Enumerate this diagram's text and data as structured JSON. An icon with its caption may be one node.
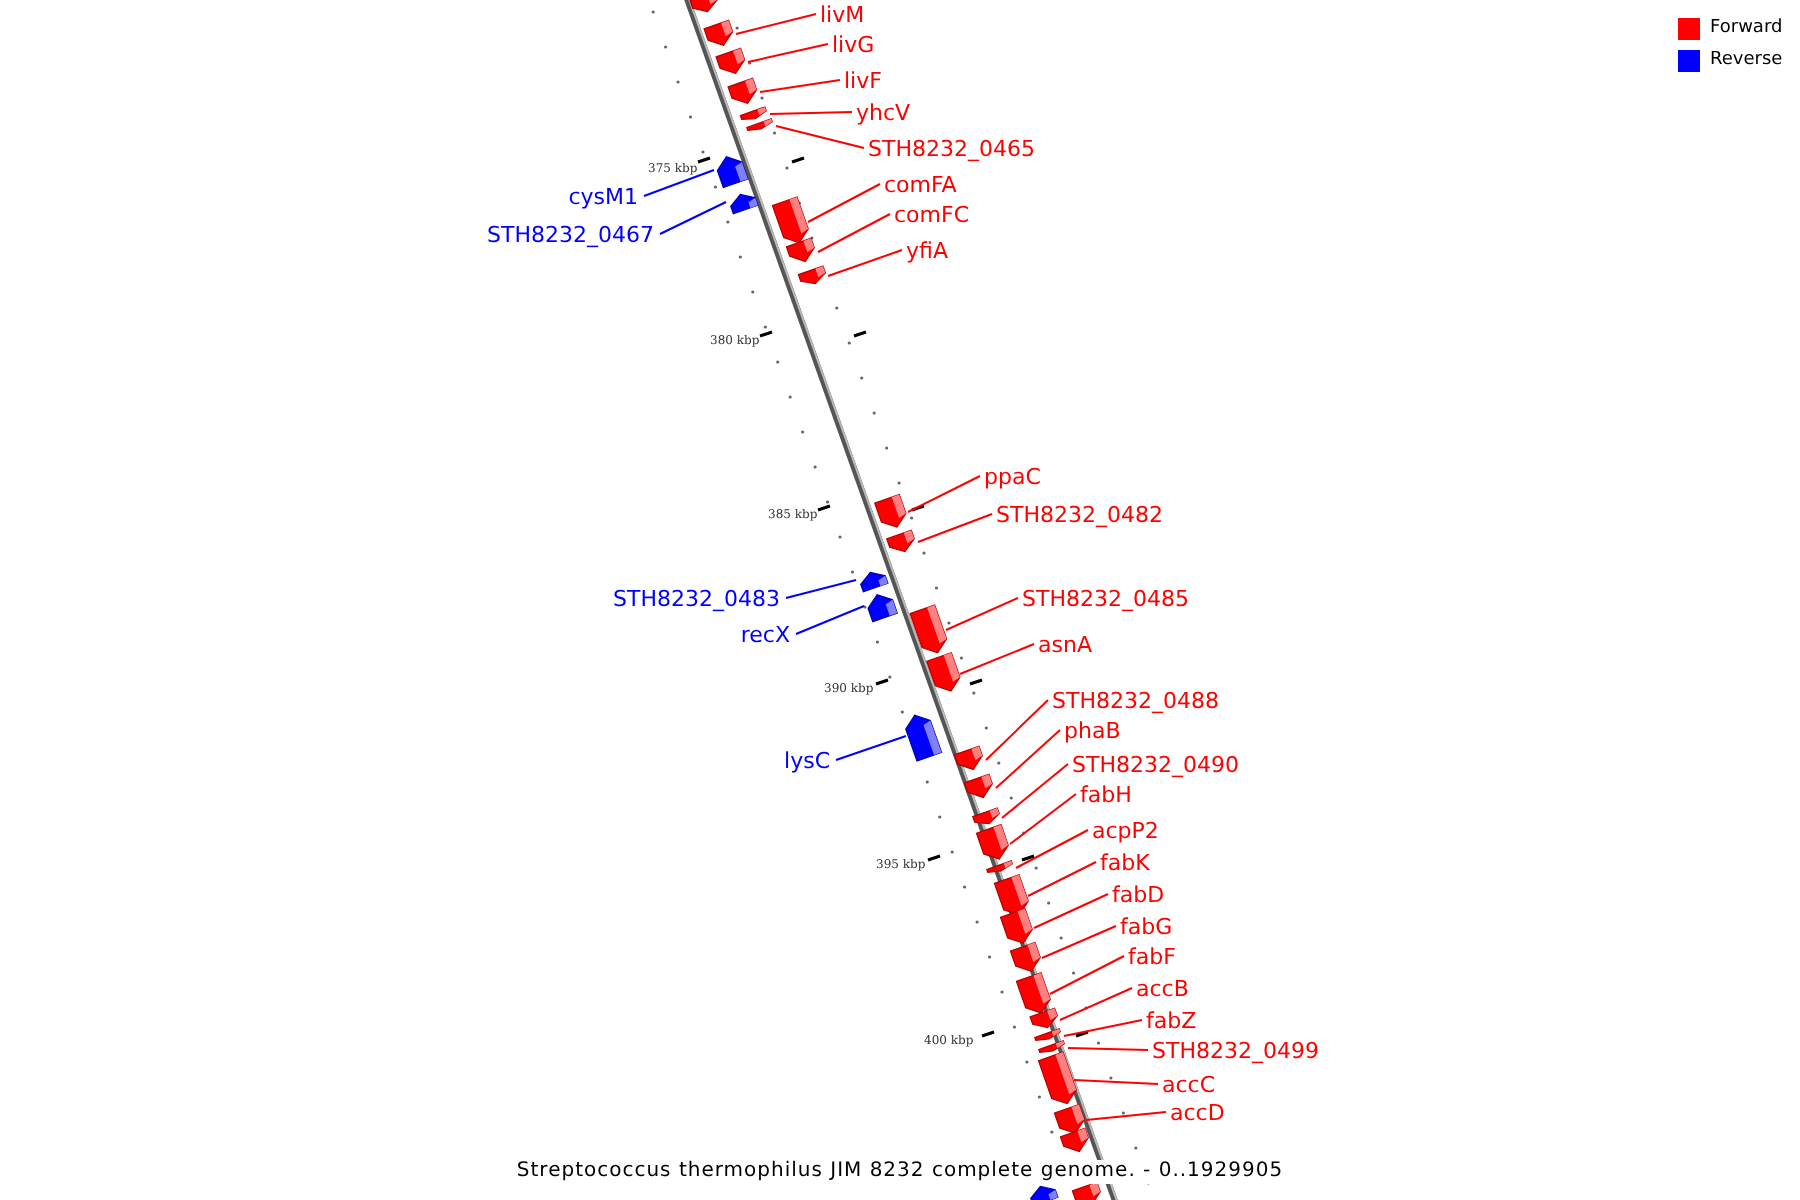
{
  "diagram": {
    "caption": "Streptococcus thermophilus JIM 8232 complete genome. - 0..1929905",
    "nodes": [
      {
        "text": [],
        "shape": "box"
      },
      {
        "text": [
          "livM"
        ]
      },
      {
        "text": [],
        "shape": "box"
      },
      {
        "text": [
          "livG"
        ]
      },
      {
        "text": [],
        "shape": "box"
      },
      {
        "text": [
          "livF"
        ]
      },
      {
        "text": [],
        "shape": "box"
      },
      {
        "text": [
          "yhcV"
        ]
      },
      {
        "text": [],
        "shape": "box"
      },
      {
        "text": [
          "STH8232_0465"
        ]
      },
      {
        "text": [],
        "shape": "box"
      },
      {
        "text": [
          "cysM1"
        ]
      },
      {
        "text": [],
        "shape": "box"
      },
      {
        "text": [
          "STH8232_0467"
        ]
      },
      {
        "text": [],
        "shape": "box"
      },
      {
        "text": [
          "comFA"
        ]
      },
      {
        "text": [],
        "shape": "box"
      },
      {
        "text": [
          "comFC"
        ]
      },
      {
        "text": [],
        "shape": "box"
      },
      {
        "text": [
          "yfiA"
        ]
      },
      {
        "text": [],
        "shape": "box"
      },
      {
        "text": [
          "ppaC"
        ]
      },
      {
        "text": [],
        "shape": "box"
      },
      {
        "text": [
          "STH8232_0482"
        ]
      },
      {
        "text": [],
        "shape": "box"
      },
      {
        "text": [
          "STH8232_0483"
        ]
      },
      {
        "text": [],
        "shape": "box"
      },
      {
        "text": [
          "recX"
        ]
      },
      {
        "text": [],
        "shape": "box"
      },
      {
        "text": [
          "STH8232_0485"
        ]
      },
      {
        "text": [],
        "shape": "box"
      },
      {
        "text": [
          "asnA"
        ]
      },
      {
        "text": [],
        "shape": "box"
      },
      {
        "text": [
          "lysC"
        ]
      },
      {
        "text": [],
        "shape": "box"
      },
      {
        "text": [
          "STH8232_0488"
        ]
      },
      {
        "text": [],
        "shape": "box"
      },
      {
        "text": [
          "phaB"
        ]
      },
      {
        "text": [],
        "shape": "box"
      },
      {
        "text": [
          "STH8232_0490"
        ]
      },
      {
        "text": [],
        "shape": "box"
      },
      {
        "text": [
          "fabH"
        ]
      },
      {
        "text": [],
        "shape": "box"
      },
      {
        "text": [
          "acpP2"
        ]
      },
      {
        "text": [],
        "shape": "box"
      },
      {
        "text": [
          "fabK"
        ]
      },
      {
        "text": [],
        "shape": "box"
      },
      {
        "text": [
          "fabD"
        ]
      },
      {
        "text": [],
        "shape": "box"
      },
      {
        "text": [
          "fabG"
        ]
      },
      {
        "text": [],
        "shape": "box"
      },
      {
        "text": [
          "fabF"
        ]
      },
      {
        "text": [],
        "shape": "box"
      },
      {
        "text": [
          "accB"
        ]
      },
      {
        "text": [],
        "shape": "box"
      },
      {
        "text": [
          "fabZ"
        ]
      },
      {
        "text": [],
        "shape": "box"
      },
      {
        "text": [
          "STH8232_0499"
        ]
      },
      {
        "text": [],
        "shape": "box"
      },
      {
        "text": [
          "accC"
        ]
      },
      {
        "text": [],
        "shape": "box"
      },
      {
        "text": [
          "accD"
        ]
      },
      {
        "text": [],
        "shape": "box"
      },
      {
        "text": [],
        "shape": "box"
      },
      {
        "text": [],
        "shape": "box"
      },
      {
        "text": [],
        "shape": "box"
      }
    ],
    "edges": [
      {
        "from": 1,
        "to": 2,
        "arrow": "none"
      },
      {
        "from": 3,
        "to": 4,
        "arrow": "none"
      },
      {
        "from": 5,
        "to": 6,
        "arrow": "none"
      },
      {
        "from": 7,
        "to": 8,
        "arrow": "none"
      },
      {
        "from": 9,
        "to": 10,
        "arrow": "none"
      },
      {
        "from": 11,
        "to": 12,
        "arrow": "none",
        "color": "#0000ff"
      },
      {
        "from": 13,
        "to": 14,
        "arrow": "none",
        "color": "#0000ff"
      },
      {
        "from": 15,
        "to": 16,
        "arrow": "none"
      },
      {
        "from": 17,
        "to": 18,
        "arrow": "none"
      },
      {
        "from": 19,
        "to": 20,
        "arrow": "none"
      },
      {
        "from": 21,
        "to": 22,
        "arrow": "none"
      },
      {
        "from": 23,
        "to": 24,
        "arrow": "none"
      },
      {
        "from": 25,
        "to": 26,
        "arrow": "none",
        "color": "#0000ff"
      },
      {
        "from": 27,
        "to": 28,
        "arrow": "none",
        "color": "#0000ff"
      },
      {
        "from": 29,
        "to": 30,
        "arrow": "none"
      },
      {
        "from": 31,
        "to": 32,
        "arrow": "none"
      },
      {
        "from": 33,
        "to": 34,
        "arrow": "none",
        "color": "#0000ff"
      },
      {
        "from": 35,
        "to": 36,
        "arrow": "none"
      },
      {
        "from": 37,
        "to": 38,
        "arrow": "none"
      },
      {
        "from": 39,
        "to": 40,
        "arrow": "none"
      },
      {
        "from": 41,
        "to": 42,
        "arrow": "none"
      },
      {
        "from": 43,
        "to": 44,
        "arrow": "none"
      },
      {
        "from": 45,
        "to": 46,
        "arrow": "none"
      },
      {
        "from": 47,
        "to": 48,
        "arrow": "none"
      },
      {
        "from": 49,
        "to": 50,
        "arrow": "none"
      },
      {
        "from": 51,
        "to": 52,
        "arrow": "none"
      },
      {
        "from": 53,
        "to": 54,
        "arrow": "none"
      },
      {
        "from": 55,
        "to": 56,
        "arrow": "none"
      },
      {
        "from": 57,
        "to": 58,
        "arrow": "none"
      },
      {
        "from": 59,
        "to": 60,
        "arrow": "none"
      },
      {
        "from": 61,
        "to": 62,
        "arrow": "none"
      }
    ],
    "labels": [
      "375 kbp",
      "380 kbp",
      "385 kbp",
      "390 kbp",
      "395 kbp",
      "400 kbp"
    ],
    "legend": [
      {
        "text": "Forward",
        "color": "#ff0000"
      },
      {
        "text": "Reverse",
        "color": "#0000ff"
      }
    ]
  }
}
